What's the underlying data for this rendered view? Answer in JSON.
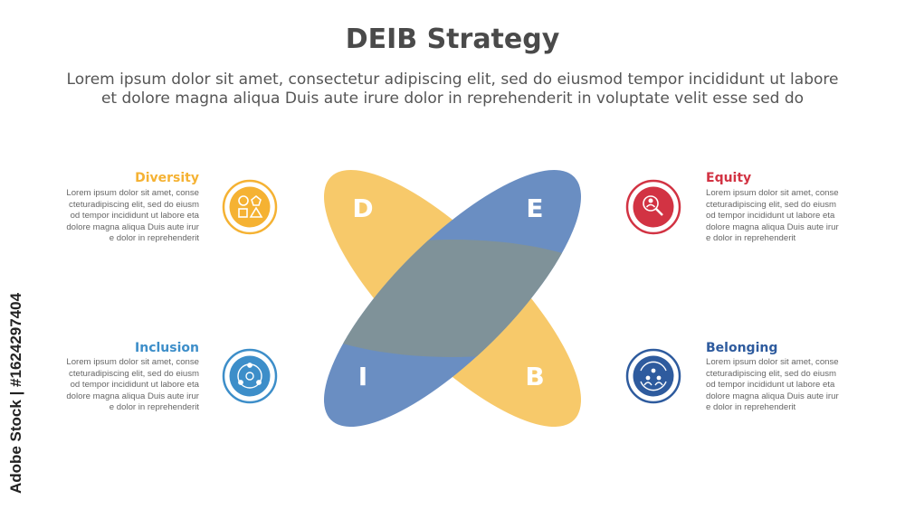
{
  "title": "DEIB Strategy",
  "subtitle_line1": "Lorem ipsum dolor sit amet, consectetur adipiscing elit, sed do eiusmod tempor incididunt ut labore",
  "subtitle_line2": "et dolore magna aliqua Duis aute irure dolor in reprehenderit in voluptate velit esse sed do",
  "petal_letters": {
    "d": "D",
    "e": "E",
    "i": "I",
    "b": "B"
  },
  "items": {
    "diversity": {
      "title": "Diversity",
      "color": "#f5b233",
      "icon": "shapes-icon",
      "lines": [
        "Lorem ipsum dolor sit amet, conse",
        "cteturadipiscing elit, sed do eiusm",
        "od tempor incididunt ut labore eta",
        "dolore magna aliqua Duis aute irur",
        "e dolor in reprehenderit"
      ]
    },
    "inclusion": {
      "title": "Inclusion",
      "color": "#3d8ec9",
      "icon": "people-cycle-icon",
      "lines": [
        "Lorem ipsum dolor sit amet, conse",
        "cteturadipiscing elit, sed do eiusm",
        "od tempor incididunt ut labore eta",
        "dolore magna aliqua Duis aute irur",
        "e dolor in reprehenderit"
      ]
    },
    "equity": {
      "title": "Equity",
      "color": "#d23343",
      "icon": "magnifier-person-icon",
      "lines": [
        "Lorem ipsum dolor sit amet, conse",
        "cteturadipiscing elit, sed do eiusm",
        "od tempor incididunt ut labore eta",
        "dolore magna aliqua Duis aute irur",
        "e dolor in reprehenderit"
      ]
    },
    "belonging": {
      "title": "Belonging",
      "color": "#2e5b9e",
      "icon": "group-arrows-icon",
      "lines": [
        "Lorem ipsum dolor sit amet, conse",
        "cteturadipiscing elit, sed do eiusm",
        "od tempor incididunt ut labore eta",
        "dolore magna aliqua Duis aute irur",
        "e dolor in reprehenderit"
      ]
    }
  },
  "colors": {
    "petal_yellow": "#f7c96a",
    "petal_blue": "#6a8ec2",
    "overlap": "#7f9299"
  },
  "watermark": "Adobe Stock | #1624297404"
}
